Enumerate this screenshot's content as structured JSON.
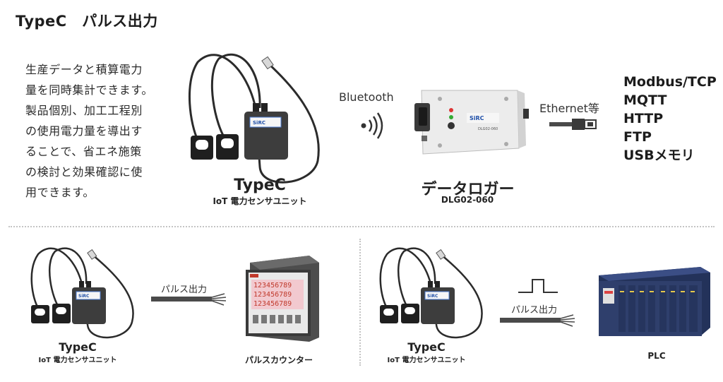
{
  "title": "TypeC　パルス出力",
  "description": [
    "生産データと積算電力",
    "量を同時集計できます。",
    "製品個別、加工工程別",
    "の使用電力量を導出す",
    "ることで、省エネ施策",
    "の検討と効果確認に使",
    "用できます。"
  ],
  "top": {
    "sensor": {
      "name": "TypeC",
      "sub": "IoT 電力センサユニット",
      "device_label": "SiRC"
    },
    "wireless_link": "Bluetooth",
    "logger": {
      "name": "データロガー",
      "model": "DLG02-060",
      "device_label": "SiRC",
      "device_model_print": "DLG02-060"
    },
    "wired_link": "Ethernet等",
    "protocols": [
      "Modbus/TCP",
      "MQTT",
      "HTTP",
      "FTP",
      "USBメモリ"
    ]
  },
  "bottom_left": {
    "sensor": {
      "name": "TypeC",
      "sub": "IoT 電力センサユニット",
      "device_label": "SiRC"
    },
    "link": "パルス出力",
    "target": "パルスカウンター",
    "counter_display": [
      "123456789",
      "123456789",
      "123456789"
    ]
  },
  "bottom_right": {
    "sensor": {
      "name": "TypeC",
      "sub": "IoT 電力センサユニット",
      "device_label": "SiRC"
    },
    "link": "パルス出力",
    "target": "PLC"
  },
  "colors": {
    "device_dark": "#3d3d3d",
    "cable": "#2b2b2b",
    "logger_body": "#ececec",
    "plc_body": "#2f3f6c",
    "counter_display": "#f2c9cf",
    "link_arrow": "#4a4a4a"
  }
}
